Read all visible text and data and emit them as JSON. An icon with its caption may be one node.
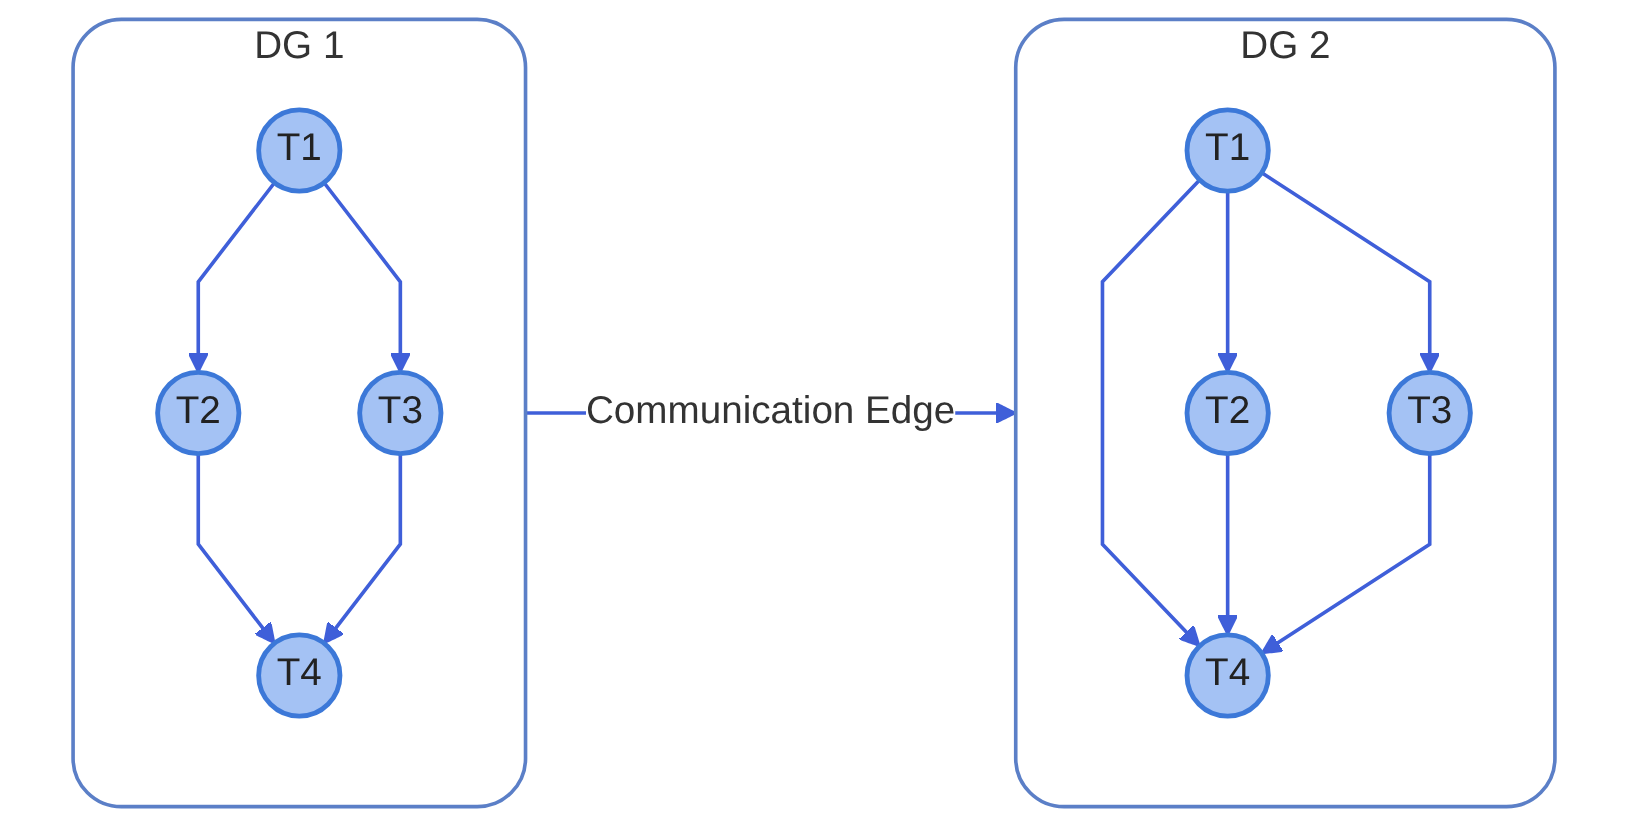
{
  "diagram": {
    "nodes": [
      {
        "text": [
          "DG 1"
        ]
      },
      {
        "text": [
          "T1"
        ],
        "in": 0
      },
      {
        "text": [
          "T2"
        ],
        "in": 0
      },
      {
        "text": [
          "T3"
        ],
        "in": 0
      },
      {
        "text": [
          "T4"
        ],
        "in": 0
      },
      {
        "text": [
          "DG 2"
        ]
      },
      {
        "text": [
          "T1"
        ],
        "in": 5
      },
      {
        "text": [
          "T2"
        ],
        "in": 5
      },
      {
        "text": [
          "T3"
        ],
        "in": 5
      },
      {
        "text": [
          "T4"
        ],
        "in": 5
      }
    ],
    "edges": [
      {
        "from": 1,
        "to": 2,
        "arrow": "to"
      },
      {
        "from": 1,
        "to": 3,
        "arrow": "to"
      },
      {
        "from": 2,
        "to": 4,
        "arrow": "to"
      },
      {
        "from": 3,
        "to": 4,
        "arrow": "to"
      },
      {
        "from": 0,
        "to": 5,
        "arrow": "to",
        "label": "Communication Edge"
      },
      {
        "from": 6,
        "to": 7,
        "arrow": "to"
      },
      {
        "from": 6,
        "to": 8,
        "arrow": "to"
      },
      {
        "from": 6,
        "to": 9,
        "arrow": "to"
      },
      {
        "from": 7,
        "to": 9,
        "arrow": "to"
      },
      {
        "from": 8,
        "to": 9,
        "arrow": "to"
      }
    ]
  }
}
